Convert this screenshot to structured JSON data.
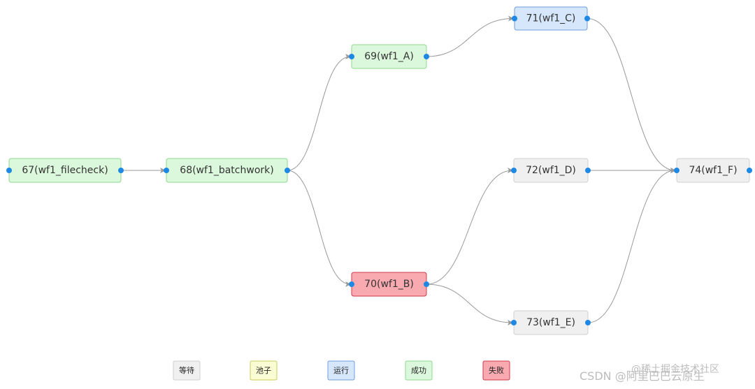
{
  "status_colors": {
    "waiting": {
      "fill": "#f0f0f0",
      "stroke": "#cfcfcf"
    },
    "pool": {
      "fill": "#fafcd4",
      "stroke": "#c9cc5a"
    },
    "running": {
      "fill": "#d6e6fb",
      "stroke": "#6e9fdd"
    },
    "success": {
      "fill": "#dcf8dc",
      "stroke": "#8ed88e"
    },
    "failed": {
      "fill": "#f9a9b0",
      "stroke": "#d23a4a"
    }
  },
  "nodes": [
    {
      "id": "n67",
      "label": "67(wf1_filecheck)",
      "status": "success"
    },
    {
      "id": "n68",
      "label": "68(wf1_batchwork)",
      "status": "success"
    },
    {
      "id": "n69",
      "label": "69(wf1_A)",
      "status": "success"
    },
    {
      "id": "n70",
      "label": "70(wf1_B)",
      "status": "failed"
    },
    {
      "id": "n71",
      "label": "71(wf1_C)",
      "status": "running"
    },
    {
      "id": "n72",
      "label": "72(wf1_D)",
      "status": "waiting"
    },
    {
      "id": "n73",
      "label": "73(wf1_E)",
      "status": "waiting"
    },
    {
      "id": "n74",
      "label": "74(wf1_F)",
      "status": "waiting"
    }
  ],
  "edges": [
    {
      "from": "n67",
      "to": "n68"
    },
    {
      "from": "n68",
      "to": "n69"
    },
    {
      "from": "n68",
      "to": "n70"
    },
    {
      "from": "n69",
      "to": "n71"
    },
    {
      "from": "n70",
      "to": "n72"
    },
    {
      "from": "n70",
      "to": "n73"
    },
    {
      "from": "n71",
      "to": "n74"
    },
    {
      "from": "n72",
      "to": "n74"
    },
    {
      "from": "n73",
      "to": "n74"
    }
  ],
  "legend": [
    {
      "label": "等待",
      "status": "waiting"
    },
    {
      "label": "池子",
      "status": "pool"
    },
    {
      "label": "运行",
      "status": "running"
    },
    {
      "label": "成功",
      "status": "success"
    },
    {
      "label": "失败",
      "status": "failed"
    }
  ],
  "watermark": {
    "line1": "@稀土掘金技术社区",
    "line2": "CSDN @阿里巴巴云原生"
  }
}
